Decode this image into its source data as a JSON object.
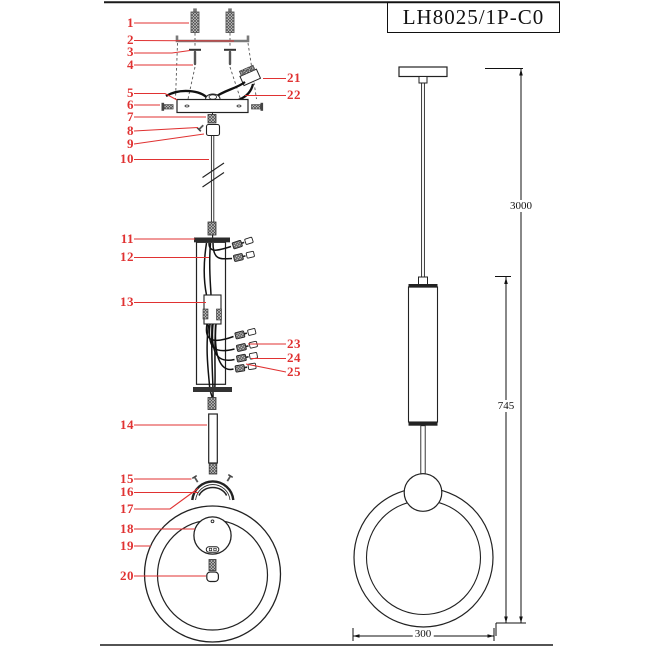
{
  "title": {
    "model": "LH8025/1P-C0"
  },
  "parts": {
    "left": [
      "1",
      "2",
      "3",
      "4",
      "5",
      "6",
      "7",
      "8",
      "9",
      "10",
      "11",
      "12",
      "13",
      "14",
      "15",
      "16",
      "17",
      "18",
      "19",
      "20"
    ],
    "right": [
      "21",
      "22",
      "23",
      "24",
      "25"
    ]
  },
  "dimensions": {
    "total_drop": "3000",
    "fixture_height": "745",
    "ring_width": "300"
  },
  "colors": {
    "label_red": "#e03232",
    "line_black": "#1a1a1a"
  }
}
